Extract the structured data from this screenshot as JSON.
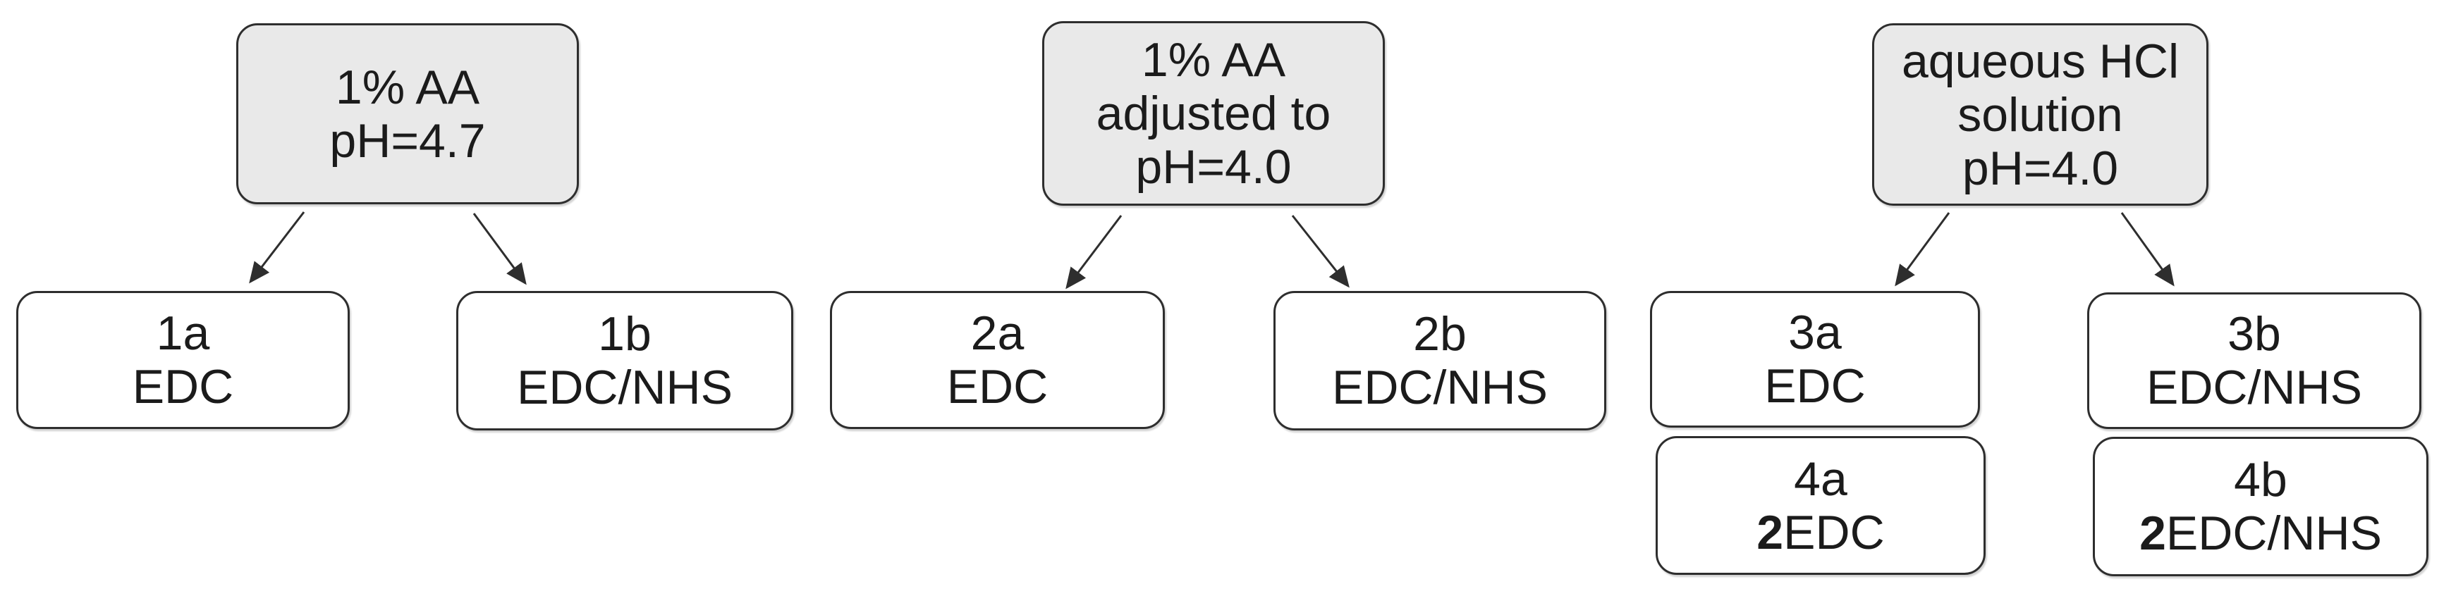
{
  "colors": {
    "root_fill": "#e9e9e9",
    "child_fill": "#ffffff",
    "border": "#2e2e2e",
    "text": "#1b1b1b",
    "arrow": "#2e2e2e",
    "background": "#ffffff"
  },
  "groups": [
    {
      "name": "group-1",
      "root": {
        "lines": [
          "1% AA",
          "pH=4.7"
        ]
      },
      "children": [
        {
          "label": "1a",
          "bold_prefix": "",
          "reagent": "EDC"
        },
        {
          "label": "1b",
          "bold_prefix": "",
          "reagent": "EDC/NHS"
        }
      ]
    },
    {
      "name": "group-2",
      "root": {
        "lines": [
          "1% AA",
          "adjusted to",
          "pH=4.0"
        ]
      },
      "children": [
        {
          "label": "2a",
          "bold_prefix": "",
          "reagent": "EDC"
        },
        {
          "label": "2b",
          "bold_prefix": "",
          "reagent": "EDC/NHS"
        }
      ]
    },
    {
      "name": "group-3",
      "root": {
        "lines": [
          "aqueous HCl",
          "solution",
          "pH=4.0"
        ]
      },
      "children": [
        {
          "label": "3a",
          "bold_prefix": "",
          "reagent": "EDC"
        },
        {
          "label": "3b",
          "bold_prefix": "",
          "reagent": "EDC/NHS"
        },
        {
          "label": "4a",
          "bold_prefix": "2",
          "reagent": "EDC"
        },
        {
          "label": "4b",
          "bold_prefix": "2",
          "reagent": "EDC/NHS"
        }
      ]
    }
  ]
}
